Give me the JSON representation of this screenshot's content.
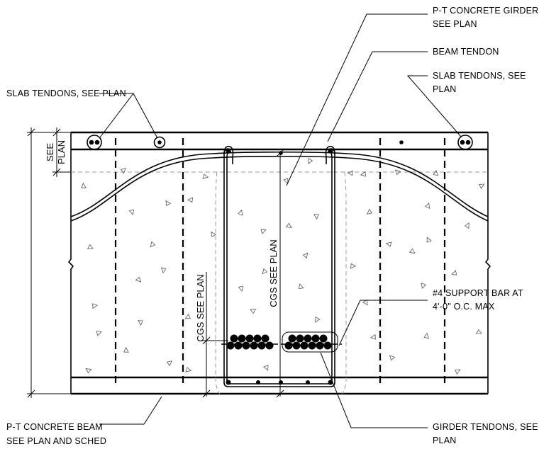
{
  "labels": {
    "girder": [
      "P-T CONCRETE GIRDER,",
      "SEE PLAN"
    ],
    "beam_tendon": [
      "BEAM TENDON"
    ],
    "slab_tendons_right": [
      "SLAB TENDONS, SEE",
      "PLAN"
    ],
    "slab_tendons_left": [
      "SLAB TENDONS, SEE PLAN"
    ],
    "support_bar": [
      "#4 SUPPORT BAR AT",
      "4'-0\" O.C. MAX"
    ],
    "pt_beam": [
      "P-T CONCRETE BEAM",
      "SEE PLAN AND SCHED"
    ],
    "girder_tendons": [
      "GIRDER TENDONS, SEE",
      "PLAN"
    ]
  },
  "dimensions": {
    "see_plan_slab": [
      "SEE",
      "PLAN"
    ],
    "cgs_left": "CGS SEE PLAN",
    "cgs_right": "CGS SEE PLAN"
  }
}
